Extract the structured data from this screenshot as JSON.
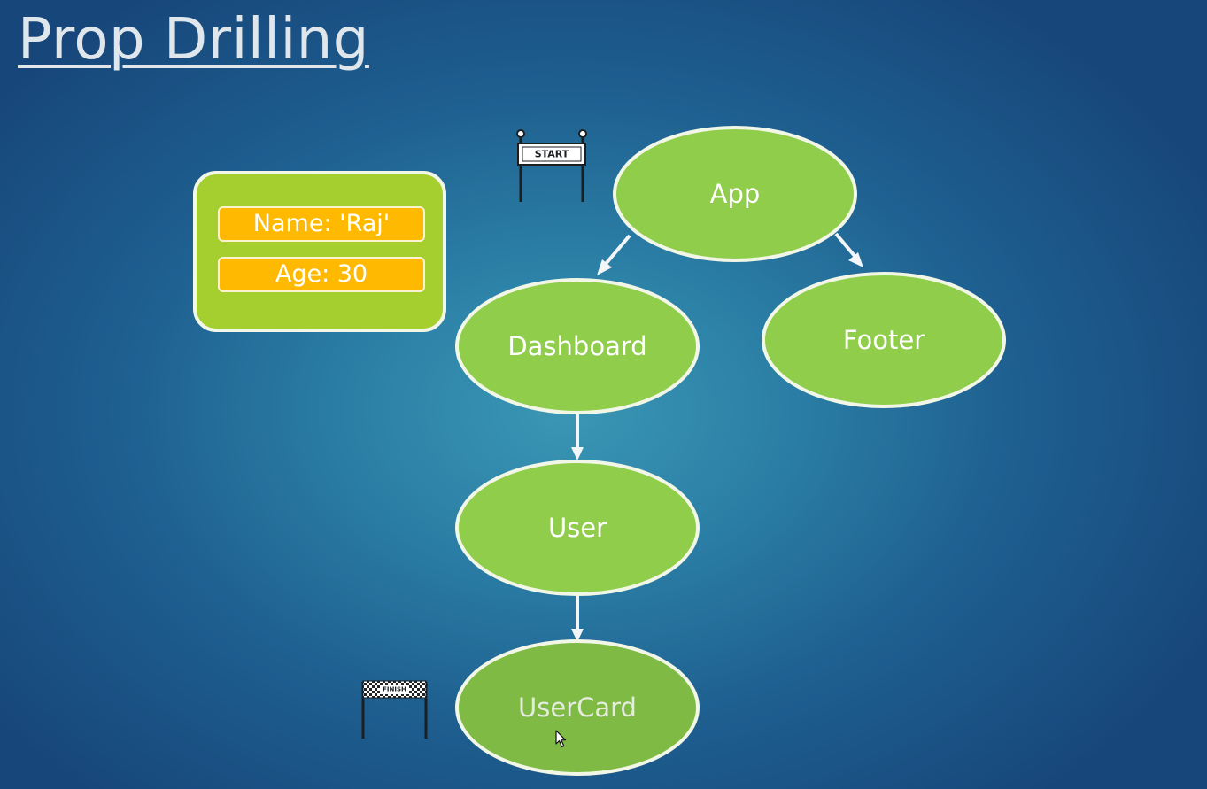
{
  "slide": {
    "title": "Prop Drilling"
  },
  "props_card": {
    "fields": [
      "Name: 'Raj'",
      "Age: 30"
    ]
  },
  "markers": {
    "start_label": "START",
    "finish_label": "FINISH"
  },
  "tree": {
    "nodes": [
      {
        "id": "app",
        "label": "App"
      },
      {
        "id": "dashboard",
        "label": "Dashboard"
      },
      {
        "id": "footer",
        "label": "Footer"
      },
      {
        "id": "user",
        "label": "User"
      },
      {
        "id": "usercard",
        "label": "UserCard"
      }
    ],
    "edges": [
      {
        "from": "app",
        "to": "dashboard"
      },
      {
        "from": "app",
        "to": "footer"
      },
      {
        "from": "dashboard",
        "to": "user"
      },
      {
        "from": "user",
        "to": "usercard"
      }
    ]
  },
  "colors": {
    "node_fill": "#8fcd4a",
    "node_border": "#f1f6e6",
    "card_fill": "#a5cf2e",
    "field_fill": "#ffb900",
    "background": "#2b7fa6"
  },
  "icons": {
    "start": "start-banner-icon",
    "finish": "finish-flag-icon",
    "cursor": "mouse-cursor-icon"
  }
}
